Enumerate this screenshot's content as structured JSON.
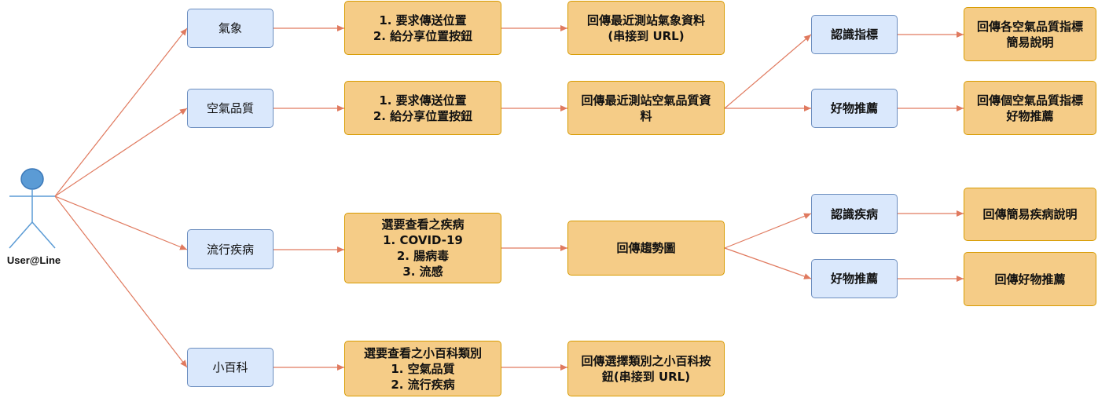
{
  "actor": {
    "label": "User@Line"
  },
  "menu": {
    "weather": "氣象",
    "air_quality": "空氣品質",
    "disease": "流行疾病",
    "encyclopedia": "小百科"
  },
  "weather_step": [
    "1. 要求傳送位置",
    "2. 給分享位置按鈕"
  ],
  "weather_reply": [
    "回傳最近測站氣象資料",
    "(串接到 URL)"
  ],
  "air_step": [
    "1. 要求傳送位置",
    "2. 給分享位置按鈕"
  ],
  "air_reply": [
    "回傳最近測站空氣品質資",
    "料"
  ],
  "air_options": {
    "learn": "認識指標",
    "recommend": "好物推薦"
  },
  "air_results": {
    "learn": [
      "回傳各空氣品質指標",
      "簡易說明"
    ],
    "recommend": [
      "回傳個空氣品質指標",
      "好物推薦"
    ]
  },
  "disease_step": [
    "選要查看之疾病",
    "1. COVID-19",
    "2. 腸病毒",
    "3. 流感"
  ],
  "disease_reply": "回傳趨勢圖",
  "disease_options": {
    "learn": "認識疾病",
    "recommend": "好物推薦"
  },
  "disease_results": {
    "learn": "回傳簡易疾病說明",
    "recommend": "回傳好物推薦"
  },
  "encyclopedia_step": [
    "選要查看之小百科類別",
    "1. 空氣品質",
    "2. 流行疾病"
  ],
  "encyclopedia_reply": [
    "回傳選擇類別之小百科按",
    "鈕(串接到 URL)"
  ],
  "colors": {
    "menu_fill": "#dae8fc",
    "menu_border": "#6c8ebf",
    "step_fill": "#f5cc87",
    "step_border": "#d79b00",
    "arrow": "#e07a5f",
    "actor_fill": "#5b9bd5"
  }
}
